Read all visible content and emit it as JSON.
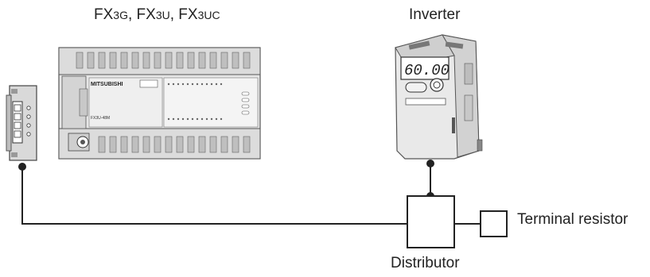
{
  "labels": {
    "plc_models": {
      "part1": "FX",
      "sub1": "3G",
      "sep1": ", FX",
      "sub2": "3U",
      "sep2": ", FX",
      "sub3": "3UC"
    },
    "inverter": "Inverter",
    "terminal_resistor": "Terminal resistor",
    "distributor": "Distributor"
  },
  "device_text": {
    "plc_brand": "MITSUBISHI",
    "plc_model_plate": "FX3U-48M",
    "inverter_display": "60.00"
  }
}
